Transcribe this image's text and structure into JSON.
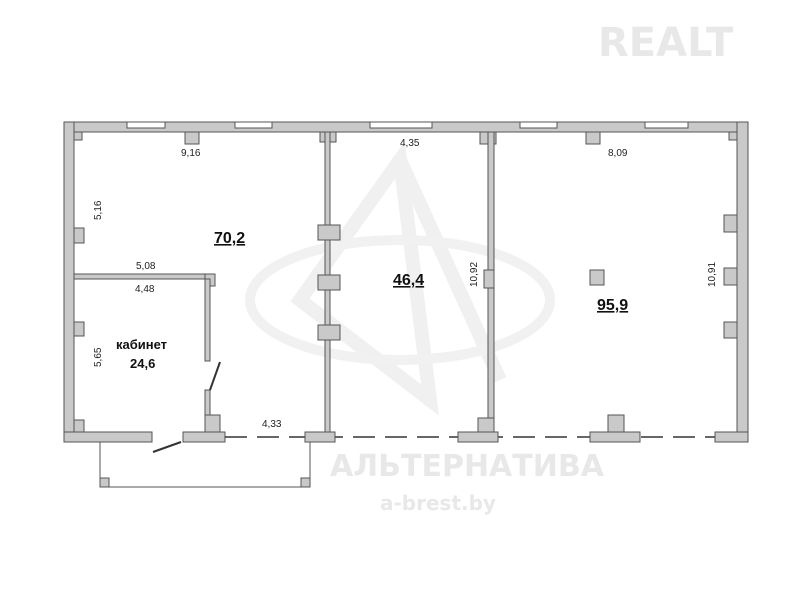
{
  "watermarks": {
    "realt_logo": "REALT",
    "agency_name": "АЛЬТЕРНАТИВА",
    "agency_site": "a-brest.by"
  },
  "rooms": [
    {
      "id": "main-hall",
      "area": "70,2",
      "dims": {
        "top": "9,16",
        "left": "5,16",
        "bottom": "4,33"
      }
    },
    {
      "id": "cabinet",
      "label": "кабинет",
      "area": "24,6",
      "dims": {
        "top_outer": "5,08",
        "top_inner": "4,48",
        "left": "5,65"
      }
    },
    {
      "id": "middle-room",
      "area": "46,4",
      "dims": {
        "top": "4,35",
        "right": "10,92"
      }
    },
    {
      "id": "right-room",
      "area": "95,9",
      "dims": {
        "top": "8,09",
        "right": "10,91"
      }
    }
  ]
}
